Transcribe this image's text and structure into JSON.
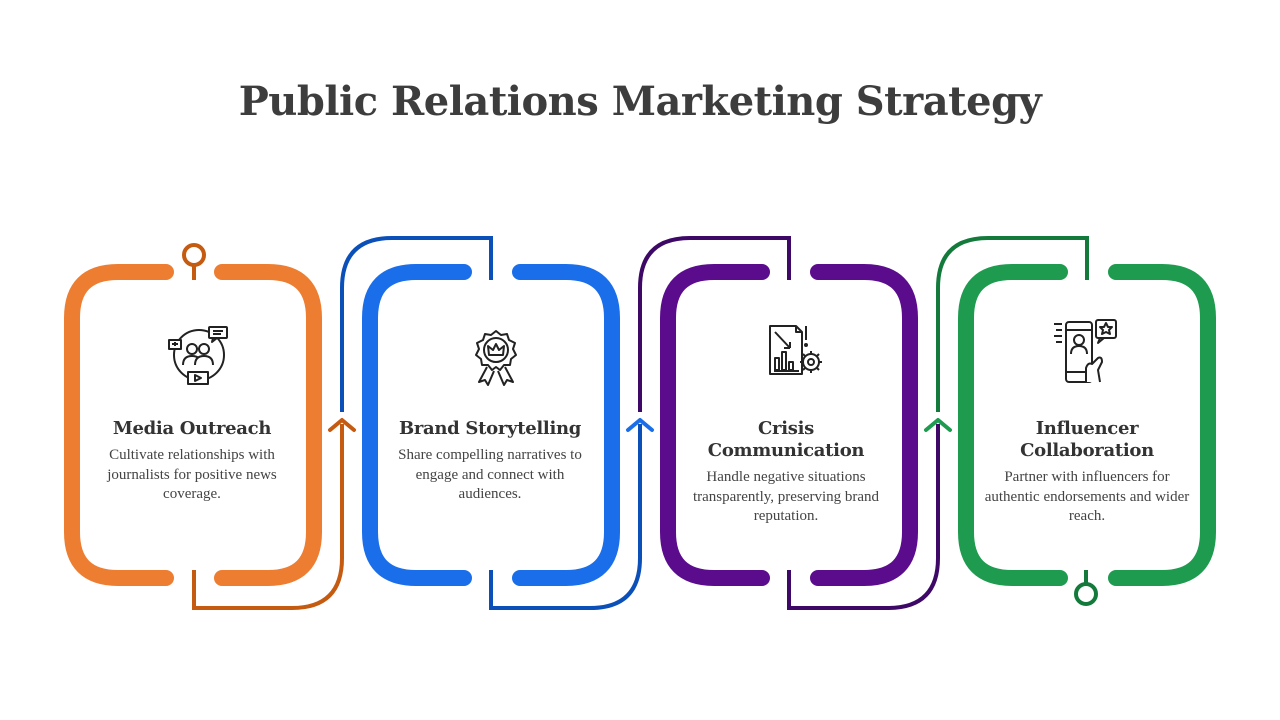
{
  "title": "Public Relations Marketing Strategy",
  "colors": {
    "orange": "#ED7D31",
    "orange_dark": "#C55A11",
    "blue": "#1A6EEA",
    "blue_dark": "#0B4FB8",
    "purple": "#5A0C8C",
    "purple_dark": "#3D0866",
    "green": "#1E9B4F",
    "green_dark": "#137A3C"
  },
  "steps": [
    {
      "title": "Media Outreach",
      "description": "Cultivate relationships with journalists for positive news coverage.",
      "icon": "media-outreach-icon"
    },
    {
      "title": "Brand Storytelling",
      "description": "Share compelling narratives to engage and connect with audiences.",
      "icon": "award-badge-crown-icon"
    },
    {
      "title": "Crisis Communication",
      "description": "Handle negative situations transparently, preserving brand reputation.",
      "icon": "chart-alert-gear-icon"
    },
    {
      "title": "Influencer Collaboration",
      "description": "Partner with influencers for authentic endorsements and wider reach.",
      "icon": "influencer-phone-star-icon"
    }
  ]
}
